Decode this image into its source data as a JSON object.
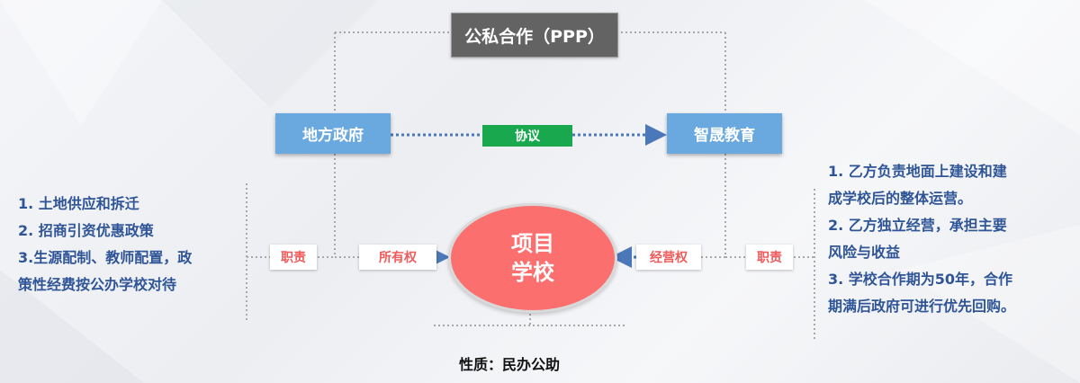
{
  "title": "公私合作（PPP）",
  "parties": {
    "left": "地方政府",
    "right": "智晟教育"
  },
  "agreement": "协议",
  "center": {
    "line1": "项目",
    "line2": "学校"
  },
  "tags": {
    "resp_left": "职责",
    "ownership": "所有权",
    "operation": "经营权",
    "resp_right": "职责"
  },
  "left_list": [
    "1. 土地供应和拆迁",
    "2. 招商引资优惠政策",
    "3.生源配制、教师配置，政",
    "策性经费按公办学校对待"
  ],
  "right_list": [
    "1. 乙方负责地面上建设和建",
    "成学校后的整体运营。",
    "2. 乙方独立经营，承担主要",
    "风险与收益",
    "3. 学校合作期为50年，合作",
    "期满后政府可进行优先回购。"
  ],
  "nature": {
    "label": "性质：",
    "value": "民办公助"
  },
  "colors": {
    "party": "#6aa8e0",
    "agreement": "#1aa84f",
    "school": "#fb6f6f",
    "title_bg": "#636363",
    "list_text": "#2f5597",
    "tag_text": "#f05a5a"
  }
}
